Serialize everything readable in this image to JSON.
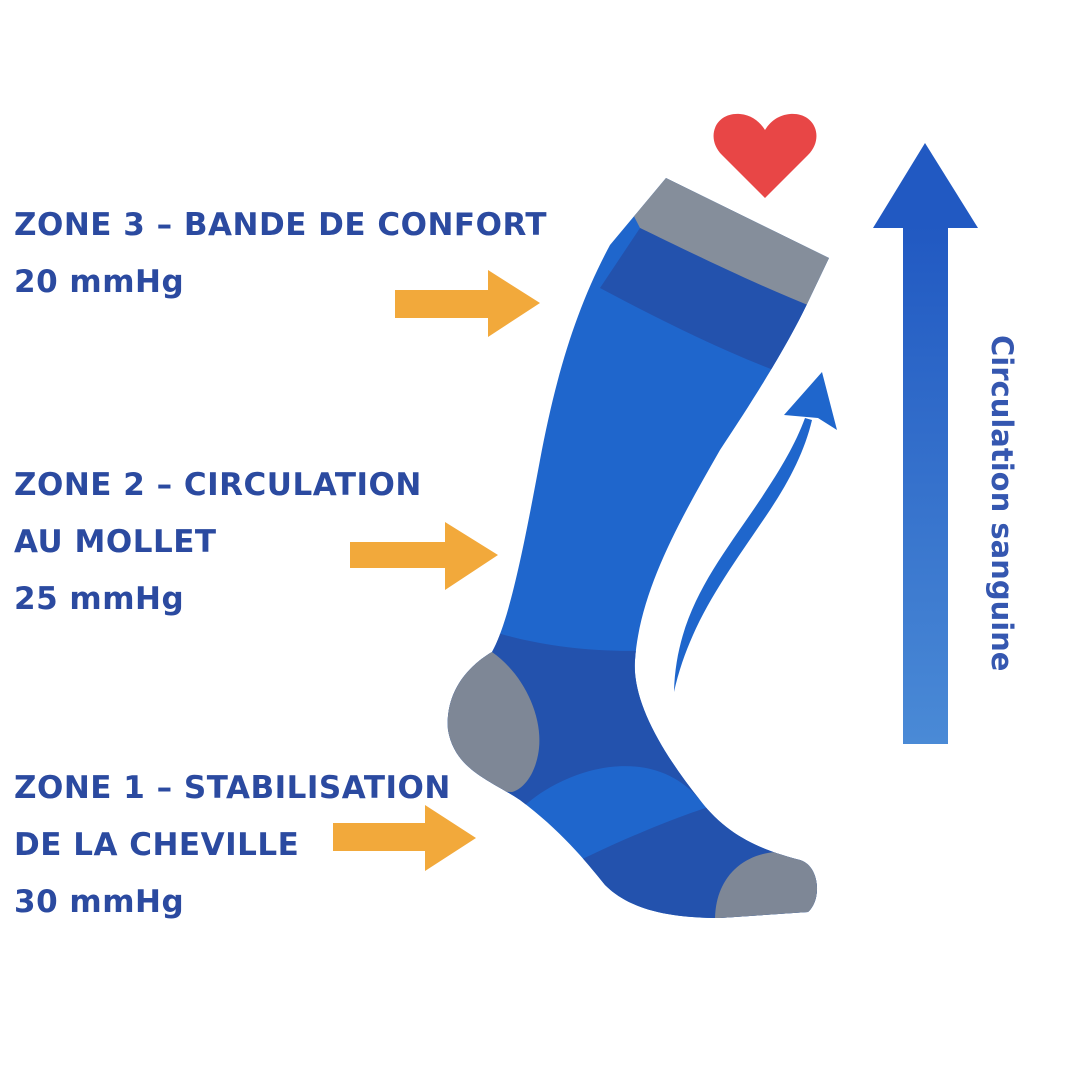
{
  "zones": [
    {
      "title": "ZONE 3 – BANDE DE CONFORT",
      "pressure": "20 mmHg"
    },
    {
      "title_line1": "ZONE 2 – CIRCULATION",
      "title_line2": "AU MOLLET",
      "pressure": "25 mmHg"
    },
    {
      "title_line1": "ZONE 1 – STABILISATION",
      "title_line2": "DE LA CHEVILLE",
      "pressure": "30 mmHg"
    }
  ],
  "flow_label": "Circulation sanguine",
  "icons": [
    "heart-icon",
    "arrow-right-icon",
    "arrow-up-icon",
    "curved-arrow-icon",
    "sock-illustration"
  ],
  "colors": {
    "text": "#2b4aa0",
    "arrow_orange": "#f2a93b",
    "sock_light": "#1f66cc",
    "sock_dark": "#2352ad",
    "sock_grey": "#7e8796",
    "heart": "#e84646"
  }
}
